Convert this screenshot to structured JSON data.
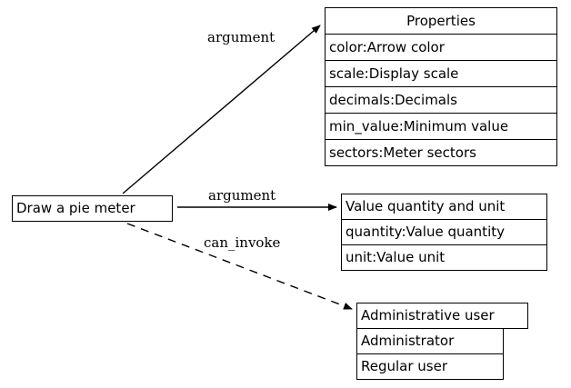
{
  "diagram": {
    "type": "relationship-graph",
    "background_color": "#ffffff",
    "line_color": "#000000",
    "text_color": "#000000"
  },
  "source_node": {
    "label": "Draw a pie meter"
  },
  "nodes": {
    "properties": {
      "title": "Properties",
      "fields": [
        "color:Arrow color",
        "scale:Display scale",
        "decimals:Decimals",
        "min_value:Minimum value",
        "sectors:Meter sectors"
      ]
    },
    "value_quantity": {
      "title": "Value quantity and unit",
      "fields": [
        "quantity:Value quantity",
        "unit:Value unit"
      ]
    },
    "administrative_user": {
      "title": "Administrative user",
      "fields": [
        "Administrator",
        "Regular user"
      ]
    }
  },
  "edges": [
    {
      "id": "edge-argument-properties",
      "label": "argument",
      "style": "solid",
      "from": "Draw a pie meter",
      "to": "Properties"
    },
    {
      "id": "edge-argument-value",
      "label": "argument",
      "style": "solid",
      "from": "Draw a pie meter",
      "to": "Value quantity and unit"
    },
    {
      "id": "edge-can-invoke-admin",
      "label": "can_invoke",
      "style": "dashed",
      "from": "Draw a pie meter",
      "to": "Administrative user"
    }
  ]
}
